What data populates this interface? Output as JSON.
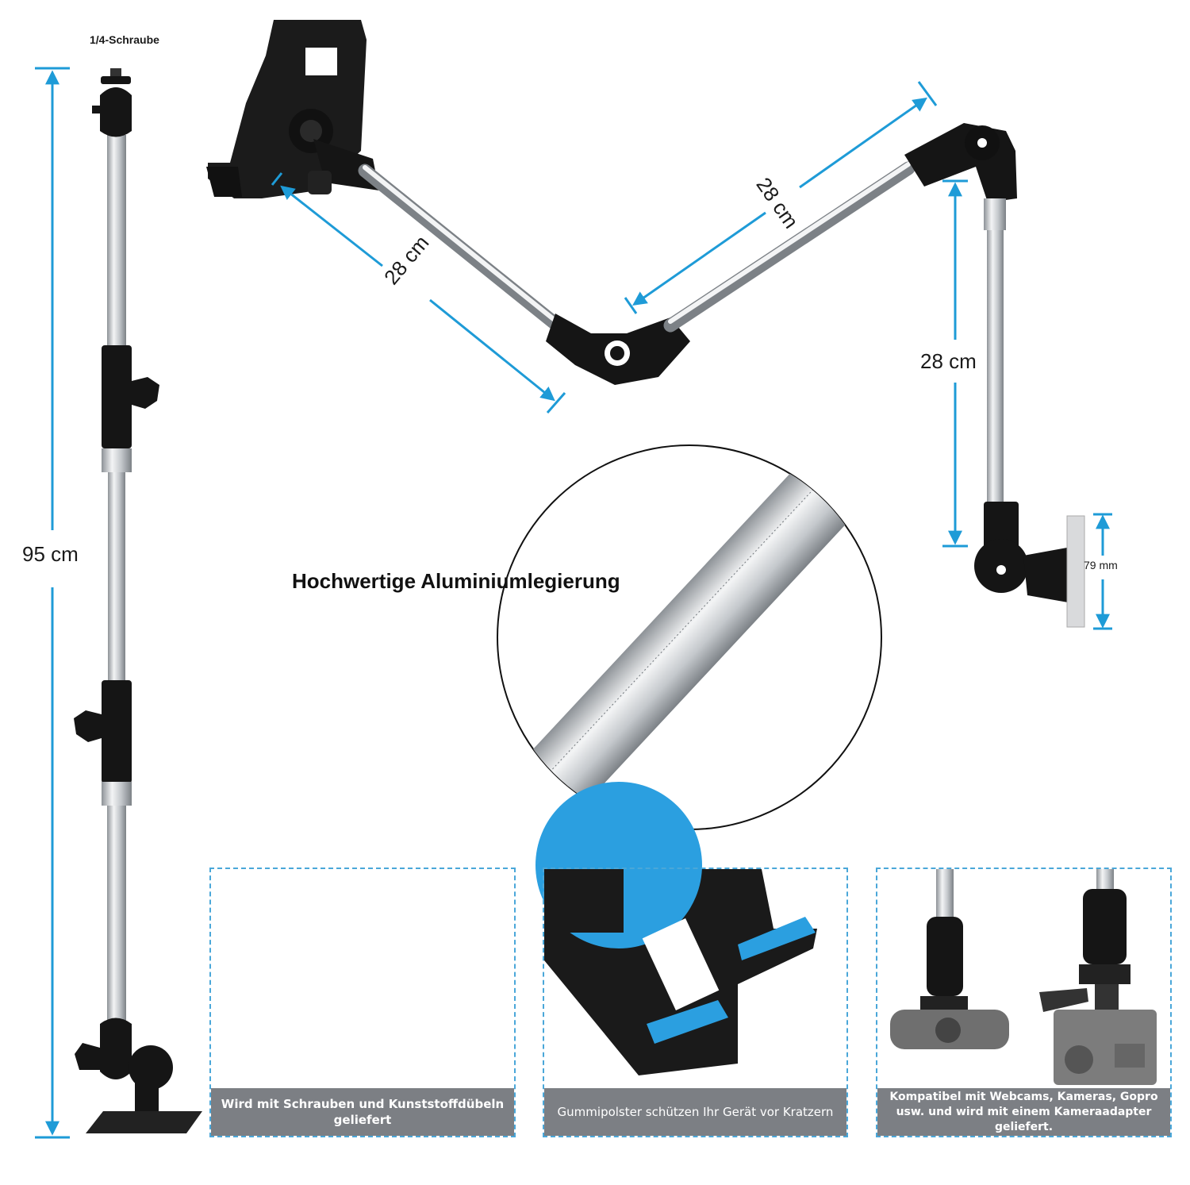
{
  "labels": {
    "screw": "1/4-Schraube",
    "height_total": "95 cm",
    "arm_segment_1": "28 cm",
    "arm_segment_2": "28 cm",
    "arm_segment_3": "28 cm",
    "plate_height": "79 mm",
    "material": "Hochwertige Aluminiumlegierung"
  },
  "panels": [
    {
      "caption": "Wird mit Schrauben und Kunststoffdübeln geliefert"
    },
    {
      "caption": "Gummipolster schützen Ihr Gerät vor Kratzern"
    },
    {
      "caption": "Kompatibel mit Webcams, Kameras, Gopro usw. und wird mit einem Kameraadapter geliefert."
    }
  ],
  "colors": {
    "accent": "#1e9bd7",
    "metal": "#c8ccd0",
    "black": "#151515",
    "pad_blue": "#2b9fe0",
    "caption_bg": "#7c7f84",
    "dowel_green": "#3aa655"
  }
}
